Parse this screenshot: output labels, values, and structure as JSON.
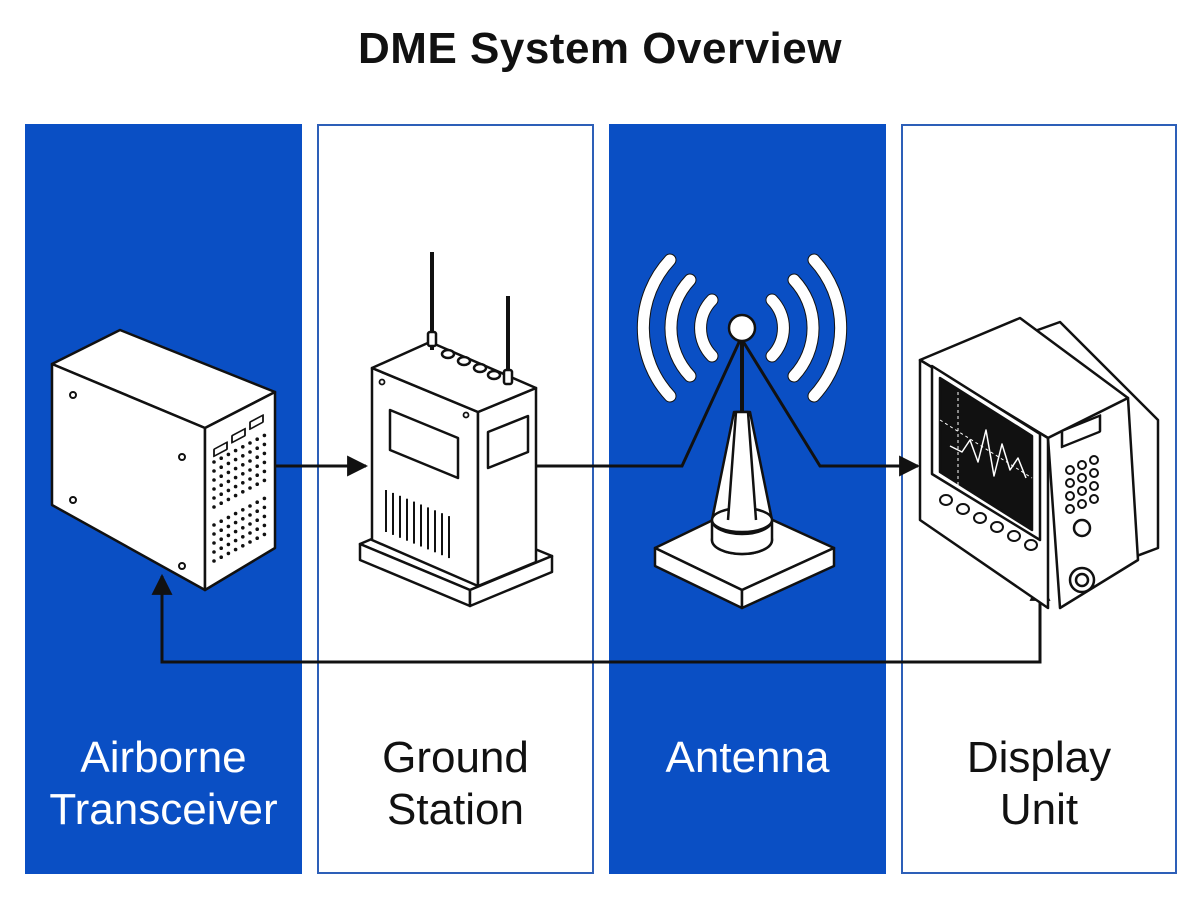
{
  "title": "DME System Overview",
  "components": [
    {
      "line1": "Airborne",
      "line2": "Transceiver"
    },
    {
      "line1": "Ground",
      "line2": "Station"
    },
    {
      "line1": "Antenna",
      "line2": ""
    },
    {
      "line1": "Display",
      "line2": "Unit"
    }
  ],
  "colors": {
    "panel_blue": "#0a4fc4",
    "panel_border": "#2d5fb8",
    "line": "#111111"
  },
  "icons": [
    "transceiver-box-icon",
    "ground-station-icon",
    "antenna-tower-icon",
    "display-unit-icon"
  ]
}
